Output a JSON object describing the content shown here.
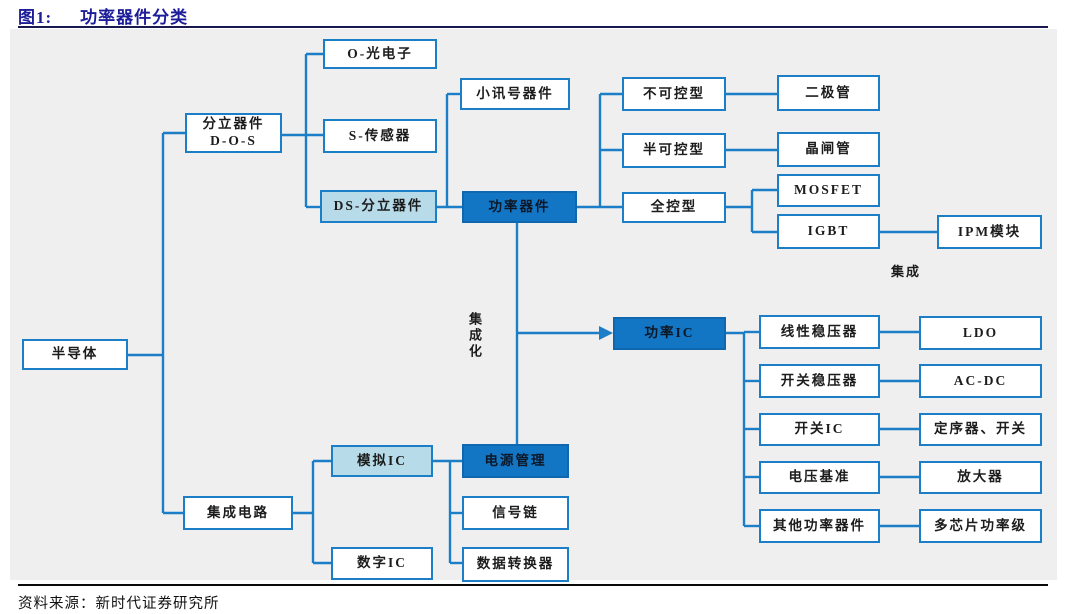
{
  "title": {
    "prefix": "图1:",
    "text": "功率器件分类"
  },
  "source": "资料来源：新时代证券研究所",
  "colors": {
    "accent_blue": "#1b7ec7",
    "dark_box_fill": "#1276c4",
    "light_box_fill": "#b7dbe8",
    "canvas_bg": "#efeff0",
    "title_navy": "#1d1d9a"
  },
  "nodes": {
    "semiconductor": "半导体",
    "discrete_devices": "分立器件\nD-O-S",
    "optoelectronics": "O-光电子",
    "small_signal": "小讯号器件",
    "sensor": "S-传感器",
    "ds_discrete": "DS-分立器件",
    "power_device": "功率器件",
    "uncontrollable": "不可控型",
    "diode": "二极管",
    "semi_controllable": "半可控型",
    "thyristor": "晶闸管",
    "fully_controllable": "全控型",
    "mosfet": "MOSFET",
    "igbt": "IGBT",
    "ipm_module": "IPM模块",
    "power_ic": "功率IC",
    "linear_regulator": "线性稳压器",
    "ldo": "LDO",
    "switching_regulator": "开关稳压器",
    "ac_dc": "AC-DC",
    "switch_ic": "开关IC",
    "sequencer_switch": "定序器、开关",
    "voltage_reference": "电压基准",
    "amplifier": "放大器",
    "other_power_devices": "其他功率器件",
    "multichip_power_stage": "多芯片功率级",
    "integrated_circuit": "集成电路",
    "analog_ic": "模拟IC",
    "digital_ic": "数字IC",
    "power_management": "电源管理",
    "signal_chain": "信号链",
    "data_converter": "数据转换器"
  },
  "annotations": {
    "integration": "集成",
    "integration_vertical": "集成化"
  }
}
